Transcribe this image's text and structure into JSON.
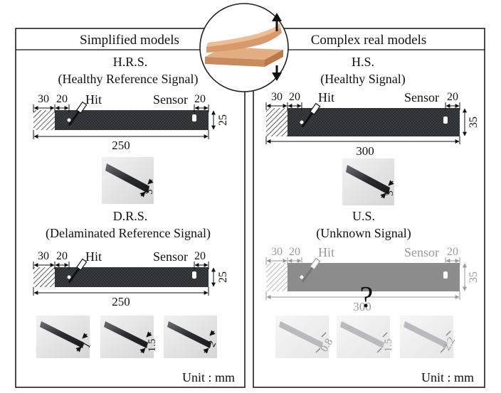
{
  "left_panel": {
    "header": "Simplified models",
    "healthy": {
      "abbr": "H.R.S.",
      "full": "(Healthy Reference Signal)",
      "dims": {
        "left_hatched": "30",
        "left_hit": "20",
        "right": "20",
        "width": "25",
        "length": "250"
      },
      "hit_label": "Hit",
      "sensor_label": "Sensor",
      "thickness": "3"
    },
    "delaminated": {
      "abbr": "D.R.S.",
      "full": "(Delaminated Reference Signal)",
      "dims": {
        "left_hatched": "30",
        "left_hit": "20",
        "right": "20",
        "width": "25",
        "length": "250"
      },
      "hit_label": "Hit",
      "sensor_label": "Sensor",
      "photo_labels": [
        "1",
        "1.5",
        "2"
      ]
    },
    "unit": "Unit : mm"
  },
  "right_panel": {
    "header": "Complex real models",
    "healthy": {
      "abbr": "H.S.",
      "full": "(Healthy Signal)",
      "dims": {
        "left_hatched": "30",
        "left_hit": "20",
        "right": "20",
        "width": "35",
        "length": "300"
      },
      "hit_label": "Hit",
      "sensor_label": "Sensor",
      "thickness": "3"
    },
    "unknown": {
      "abbr": "U.S.",
      "full": "(Unknown Signal)",
      "dims": {
        "left_hatched": "30",
        "left_hit": "20",
        "right": "20",
        "width": "35",
        "length": "300"
      },
      "hit_label": "Hit",
      "sensor_label": "Sensor",
      "question": "?",
      "photo_labels": [
        "0.8",
        "1.5",
        "2.2"
      ]
    },
    "unit": "Unit : mm"
  },
  "colors": {
    "frame": "#111111",
    "strip": "#2b2d31",
    "strip_gray": "#8c8c8c",
    "laminate": "#d89a6a",
    "photo_bg": "#e6e6e6"
  }
}
